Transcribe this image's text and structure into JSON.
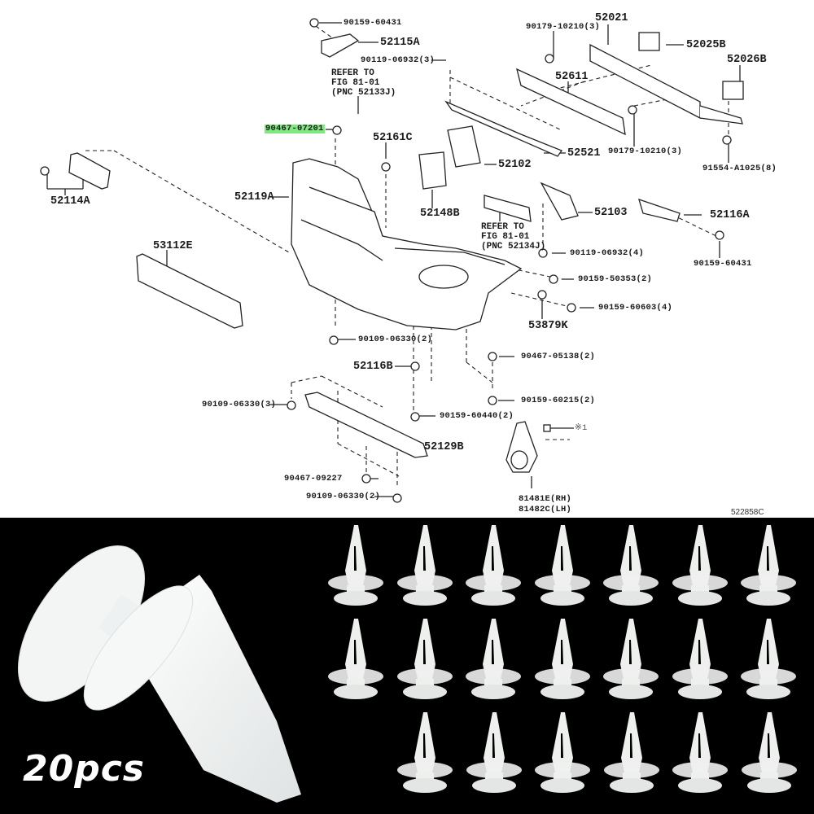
{
  "diagram": {
    "highlighted_part": "90467-07201",
    "highlight_color": "#7fe87f",
    "figure_code": "522858C",
    "labels": {
      "l_90159_60431_top": "90159-60431",
      "l_52115A": "52115A",
      "l_90119_06932_3": "90119-06932(3)",
      "l_refer_a": "REFER TO\nFIG 81-01\n(PNC 52133J)",
      "l_90467_07201": "90467-07201",
      "l_52161C": "52161C",
      "l_52114A": "52114A",
      "l_52119A": "52119A",
      "l_53112E": "53112E",
      "l_52148B": "52148B",
      "l_52102": "52102",
      "l_52521": "52521",
      "l_refer_b": "REFER TO\nFIG 81-01\n(PNC 52134J)",
      "l_52103": "52103",
      "l_90179_10210_top": "90179-10210(3)",
      "l_52021": "52021",
      "l_52025B": "52025B",
      "l_52026B": "52026B",
      "l_52611": "52611",
      "l_90179_10210_bot": "90179-10210(3)",
      "l_91554_A1025": "91554-A1025(8)",
      "l_52116A": "52116A",
      "l_90159_60431_right": "90159-60431",
      "l_90119_06932_4": "90119-06932(4)",
      "l_90159_50353": "90159-50353(2)",
      "l_90159_60603": "90159-60603(4)",
      "l_53879K": "53879K",
      "l_90109_06330_2a": "90109-06330(2)",
      "l_52116B": "52116B",
      "l_90467_05138": "90467-05138(2)",
      "l_90109_06330_3": "90109-06330(3)",
      "l_90159_60440": "90159-60440(2)",
      "l_90159_60215": "90159-60215(2)",
      "l_52129B": "52129B",
      "l_note1": "※1",
      "l_90467_09227": "90467-09227",
      "l_90109_06330_2b": "90109-06330(2)",
      "l_81481E": "81481E(RH)",
      "l_81482C": "81482C(LH)"
    }
  },
  "product": {
    "quantity_label": "20pcs",
    "grid_rows": [
      7,
      7,
      6
    ],
    "clip_color": "#eef0ee",
    "background_color": "#000000"
  }
}
